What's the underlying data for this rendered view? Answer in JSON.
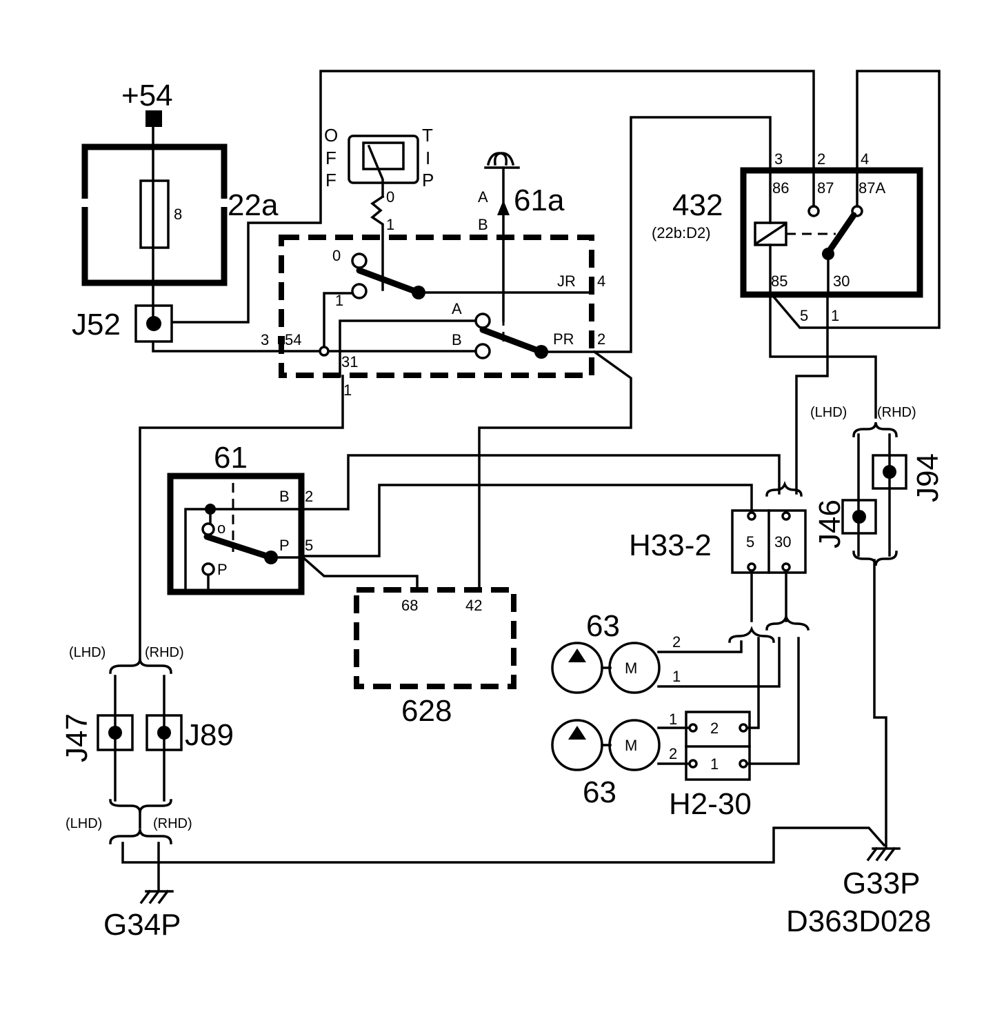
{
  "supply": {
    "label": "+54"
  },
  "fuse_box": {
    "id": "22a",
    "fuse": "8"
  },
  "connector_J52": {
    "id": "J52"
  },
  "switch_panel": {
    "toggle": {
      "off_label": "OFF",
      "tip_label": "TIP",
      "pos_0": "0",
      "pos_1": "1"
    },
    "contacts": {
      "c0": "0",
      "c1": "1",
      "cA": "A",
      "cB": "B",
      "jr": "JR",
      "pr": "PR",
      "t54": "54",
      "t31": "31"
    },
    "pins": {
      "p4": "4",
      "p2": "2",
      "p3": "3",
      "p1": "1"
    }
  },
  "indicator_61a": {
    "id": "61a",
    "a": "A",
    "b": "B"
  },
  "relay_432": {
    "id": "432",
    "ref": "(22b:D2)",
    "pins": {
      "p3": "3",
      "p2": "2",
      "p4": "4",
      "t86": "86",
      "t87": "87",
      "t87a": "87A",
      "t85": "85",
      "t30": "30",
      "p5": "5",
      "p1": "1"
    }
  },
  "switch_61": {
    "id": "61",
    "b": "B",
    "p": "P",
    "o": "o",
    "pin2": "2",
    "pin5": "5"
  },
  "unit_628": {
    "id": "628",
    "t68": "68",
    "t42": "42"
  },
  "connector_H33_2": {
    "id": "H33-2",
    "t5": "5",
    "t30": "30"
  },
  "connector_J46": {
    "id": "J46"
  },
  "connector_J94": {
    "id": "J94"
  },
  "variant_labels": {
    "lhd": "(LHD)",
    "rhd": "(RHD)"
  },
  "motor_upper": {
    "id": "63",
    "m": "M",
    "p2": "2",
    "p1": "1"
  },
  "motor_lower": {
    "id": "63",
    "m": "M",
    "p1": "1",
    "p2": "2"
  },
  "connector_H2_30": {
    "id": "H2-30",
    "t2": "2",
    "t1": "1"
  },
  "connector_J47": {
    "id": "J47"
  },
  "connector_J89": {
    "id": "J89"
  },
  "ground_G34P": {
    "id": "G34P"
  },
  "ground_G33P": {
    "id": "G33P"
  },
  "drawing_ref": {
    "id": "D363D028"
  }
}
